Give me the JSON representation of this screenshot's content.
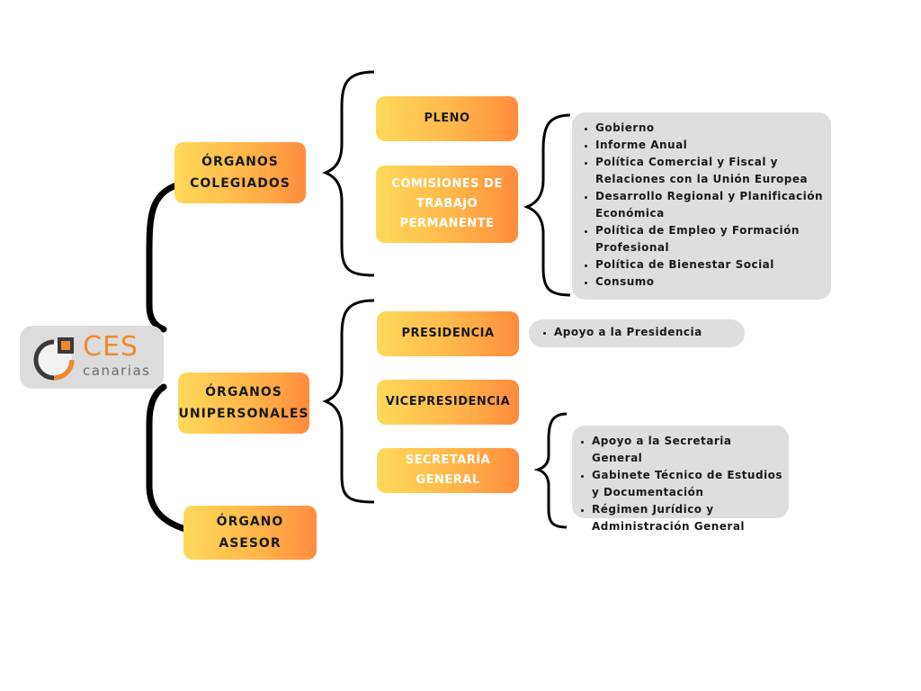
{
  "logo": {
    "ces": "CES",
    "canarias": "canarias"
  },
  "level1": {
    "colegiados": "ÓRGANOS\nCOLEGIADOS",
    "unipersonales": "ÓRGANOS\nUNIPERSONALES",
    "asesor": "ÓRGANO\nASESOR"
  },
  "colegiados": {
    "pleno": "PLENO",
    "comisiones": "COMISIONES DE\nTRABAJO\nPERMANENTE",
    "comisiones_items": [
      "Gobierno",
      "Informe Anual",
      "Política Comercial y Fiscal y Relaciones con la Unión Europea",
      "Desarrollo Regional y Planificación Económica",
      "Política de Empleo y Formación Profesional",
      "Política de Bienestar Social",
      "Consumo"
    ]
  },
  "unipersonales": {
    "presidencia": "PRESIDENCIA",
    "presidencia_items": [
      "Apoyo a la Presidencia"
    ],
    "vicepresidencia": "VICEPRESIDENCIA",
    "secretaria": "SECRETARÍA\nGENERAL",
    "secretaria_items": [
      "Apoyo a la Secretaria General",
      "Gabinete Técnico de Estudios y Documentación",
      "Régimen Jurídico y Administración General"
    ]
  },
  "colors": {
    "box_start": "#ffd95a",
    "box_end": "#ff8c3f",
    "panel": "#dedede",
    "logo_orange": "#ef8a2a",
    "logo_gray": "#6b6b6b"
  }
}
